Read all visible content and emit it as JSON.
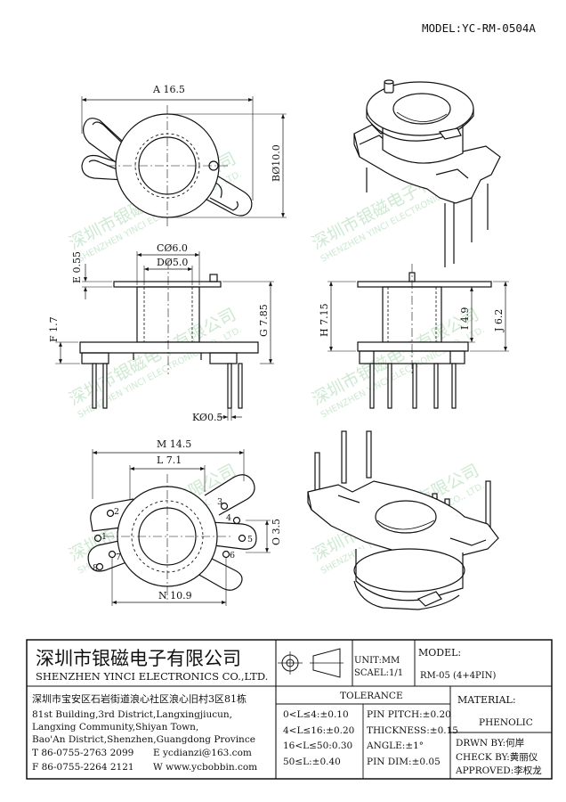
{
  "header": {
    "model": "MODEL:YC-RM-0504A"
  },
  "dimensions": {
    "a": "A 16.5",
    "b": "BØ10.0",
    "c": "CØ6.0",
    "d": "DØ5.0",
    "e": "E 0.55",
    "f": "F 1.7",
    "g": "G 7.85",
    "h": "H 7.15",
    "i": "I 4.9",
    "j": "J 6.2",
    "k": "KØ0.5",
    "m": "M 14.5",
    "l": "L 7.1",
    "o": "O 3.5",
    "n": "N 10.9"
  },
  "pins": [
    "1",
    "2",
    "3",
    "4",
    "5",
    "6",
    "7",
    "8"
  ],
  "watermark": {
    "cn": "深圳市银磁电子有限公司",
    "en": "SHENZHEN YINCI ELECTRONICS CO., LTD."
  },
  "title_block": {
    "company_cn": "深圳市银磁电子有限公司",
    "company_en": "SHENZHEN YINCI ELECTRONICS CO.,LTD.",
    "address_cn": "深圳市宝安区石岩街道浪心社区浪心旧村3区81栋",
    "address_en_1": "81st Building,3rd District,Langxingjiucun,",
    "address_en_2": "Langxing Community,Shiyan Town,",
    "address_en_3": "Bao'An District,Shenzhen,Guangdong Province",
    "tel": "T 86-0755-2763 2099",
    "email": "E ycdianzi@163.com",
    "fax": "F 86-0755-2264 2121",
    "web": "W www.ycbobbin.com",
    "unit": "UNIT:MM",
    "scale": "SCAEL:1/1",
    "model_label": "MODEL:",
    "model_value": "RM-05 (4+4PIN)",
    "tolerance_title": "TOLERANCE",
    "tolerances": [
      "0<L≤4:±0.10",
      "4<L≤16:±0.20",
      "16<L≤50:0.30",
      "50≤L:±0.40"
    ],
    "pin_specs": [
      "PIN PITCH:±0.20",
      "THICKNESS:±0.15",
      "ANGLE:±1°",
      "PIN DIM:±0.05"
    ],
    "material_label": "MATERIAL:",
    "material_value": "PHENOLIC",
    "drawn": "DRWN BY:何岸",
    "check": "CHECK BY:黄丽仪",
    "approved": "APPROVED:李权龙"
  }
}
